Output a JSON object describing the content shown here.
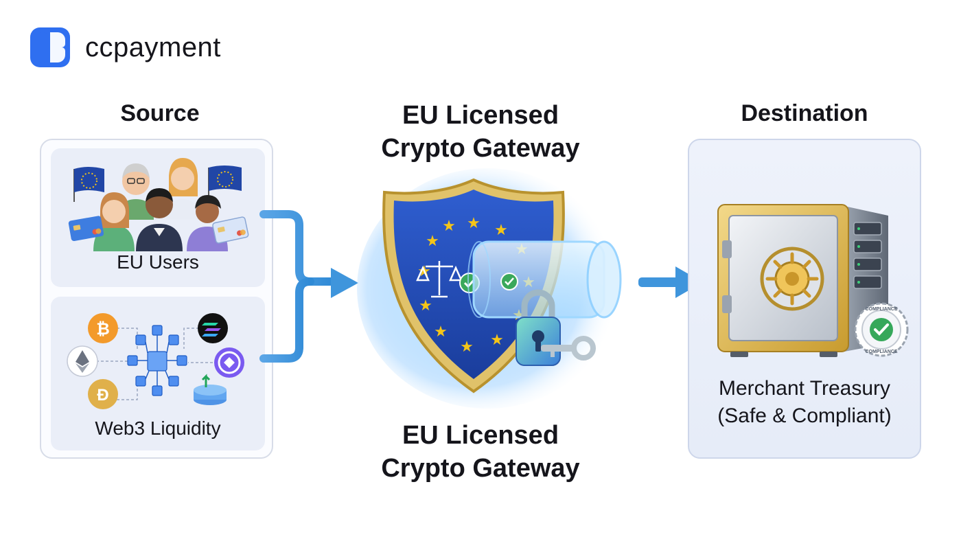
{
  "brand": {
    "name": "ccpayment"
  },
  "source": {
    "heading": "Source",
    "cards": [
      {
        "label": "EU Users"
      },
      {
        "label": "Web3 Liquidity"
      }
    ]
  },
  "gateway": {
    "title_line1": "EU Licensed",
    "title_line2": "Crypto Gateway",
    "subtitle_line1": "EU Licensed",
    "subtitle_line2": "Crypto Gateway"
  },
  "destination": {
    "heading": "Destination",
    "label_line1": "Merchant Treasury",
    "label_line2": "(Safe & Compliant)",
    "badge_text": "COMPLIANCE"
  },
  "coins": {
    "bitcoin_symbol": "₿",
    "dogecoin_symbol": "Ð"
  },
  "colors": {
    "brand_blue": "#2f6ff0",
    "arrow_blue": "#4aa3e8",
    "eu_blue": "#2146a6",
    "eu_star": "#f5c518",
    "gold": "#d8b24a"
  }
}
